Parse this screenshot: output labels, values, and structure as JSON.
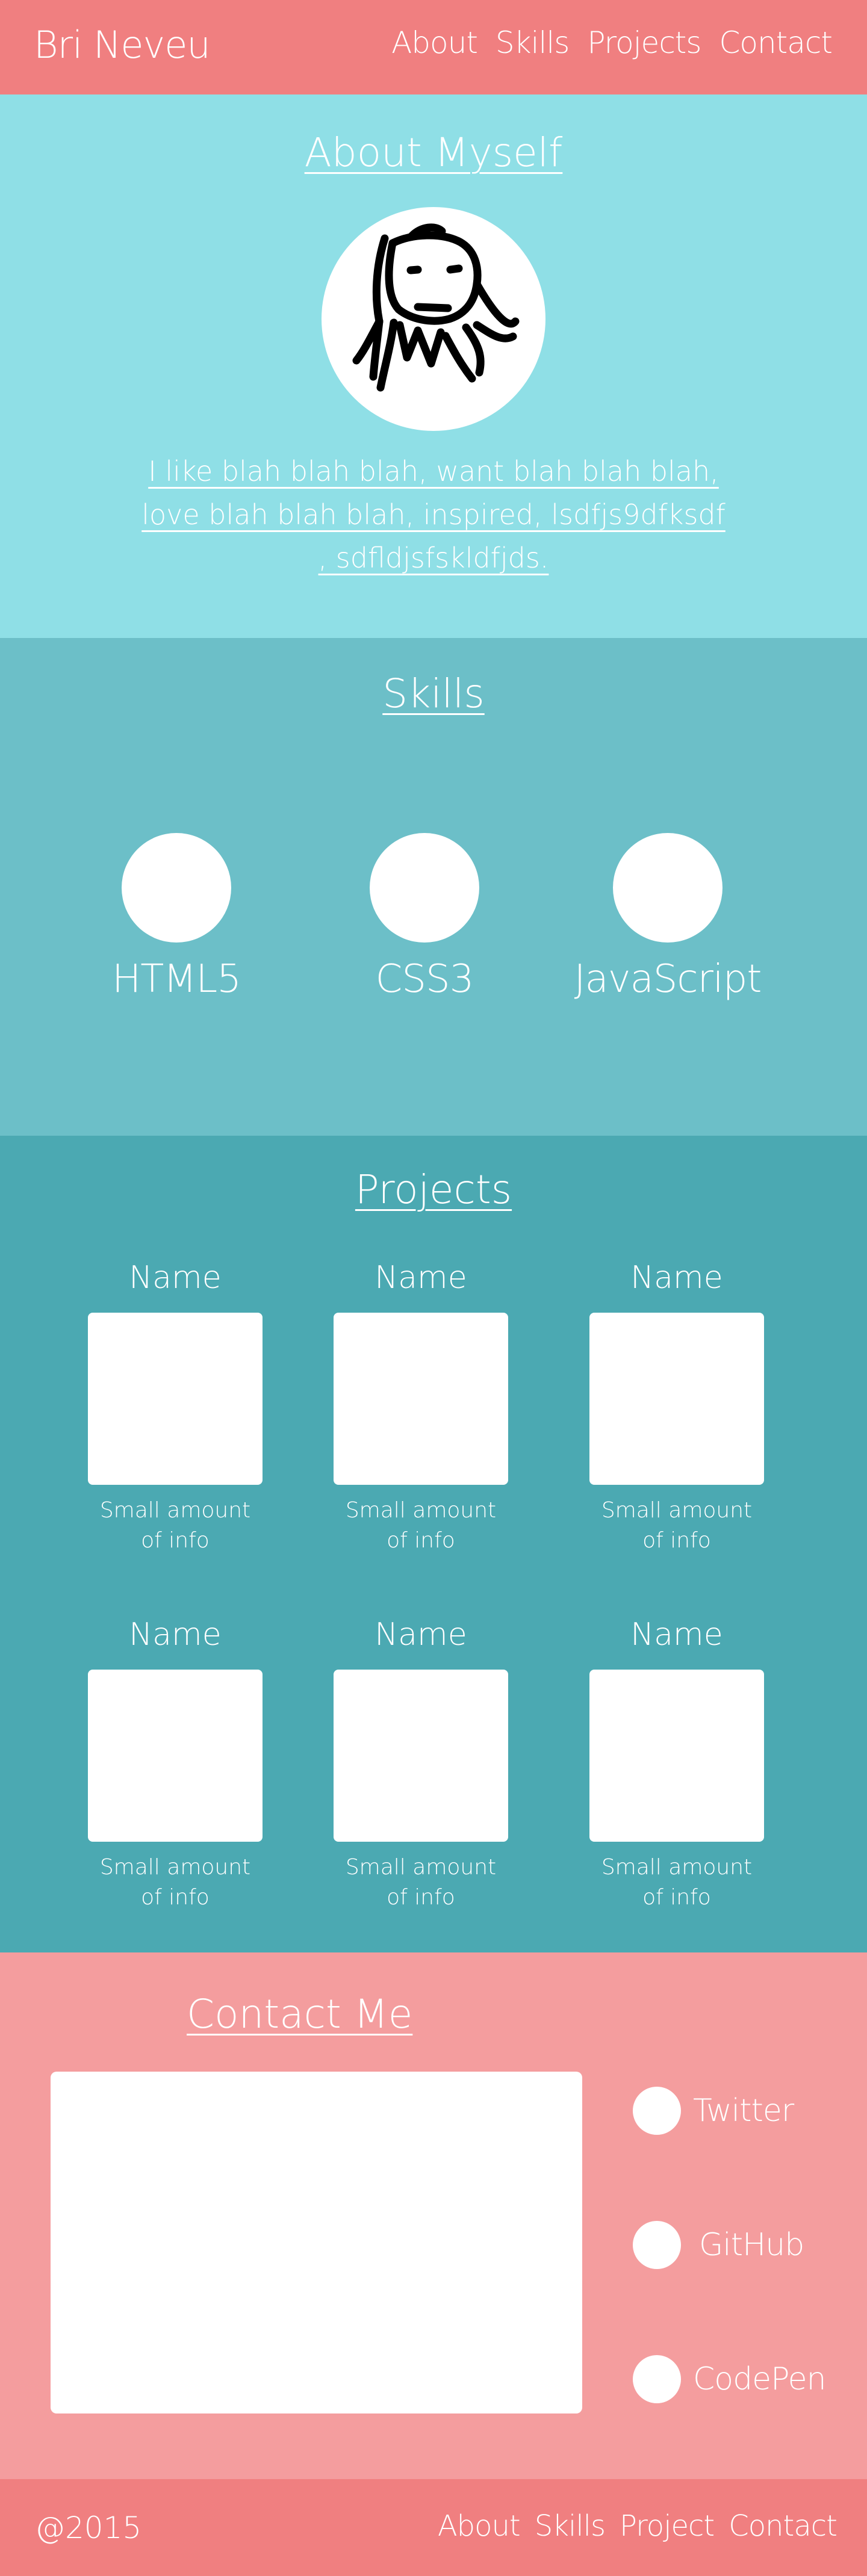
{
  "header": {
    "brand": "Bri Neveu",
    "nav": [
      "About",
      "Skills",
      "Projects",
      "Contact"
    ]
  },
  "about": {
    "title": "About Myself",
    "text": "I like blah blah blah,  want blah blah blah, love blah blah blah,  inspired, lsdfjs9dfksdf , sdfldjsfskldfjds."
  },
  "skills": {
    "title": "Skills",
    "items": [
      "HTML5",
      "CSS3",
      "JavaScript"
    ]
  },
  "projects": {
    "title": "Projects",
    "items": [
      {
        "name": "Name",
        "info": "Small amount of info"
      },
      {
        "name": "Name",
        "info": "Small amount of info"
      },
      {
        "name": "Name",
        "info": "Small amount of info"
      },
      {
        "name": "Name",
        "info": "Small amount of info"
      },
      {
        "name": "Name",
        "info": "Small amount of info"
      },
      {
        "name": "Name",
        "info": "Small amount of info"
      }
    ]
  },
  "contact": {
    "title": "Contact Me",
    "social": [
      "Twitter",
      "GitHub",
      "CodePen"
    ]
  },
  "footer": {
    "copyright": "@2015",
    "links": [
      "About",
      "Skills",
      "Project",
      "Contact"
    ]
  },
  "colors": {
    "header_footer": "#f07f80",
    "about_bg": "#8fdfe6",
    "skills_bg": "#6cbfc8",
    "projects_bg": "#4ba9b2",
    "contact_bg": "#f49d9e"
  },
  "icons": {
    "avatar": "hand-drawn-face-avatar",
    "skill": "circle-icon",
    "social": "circle-icon"
  }
}
